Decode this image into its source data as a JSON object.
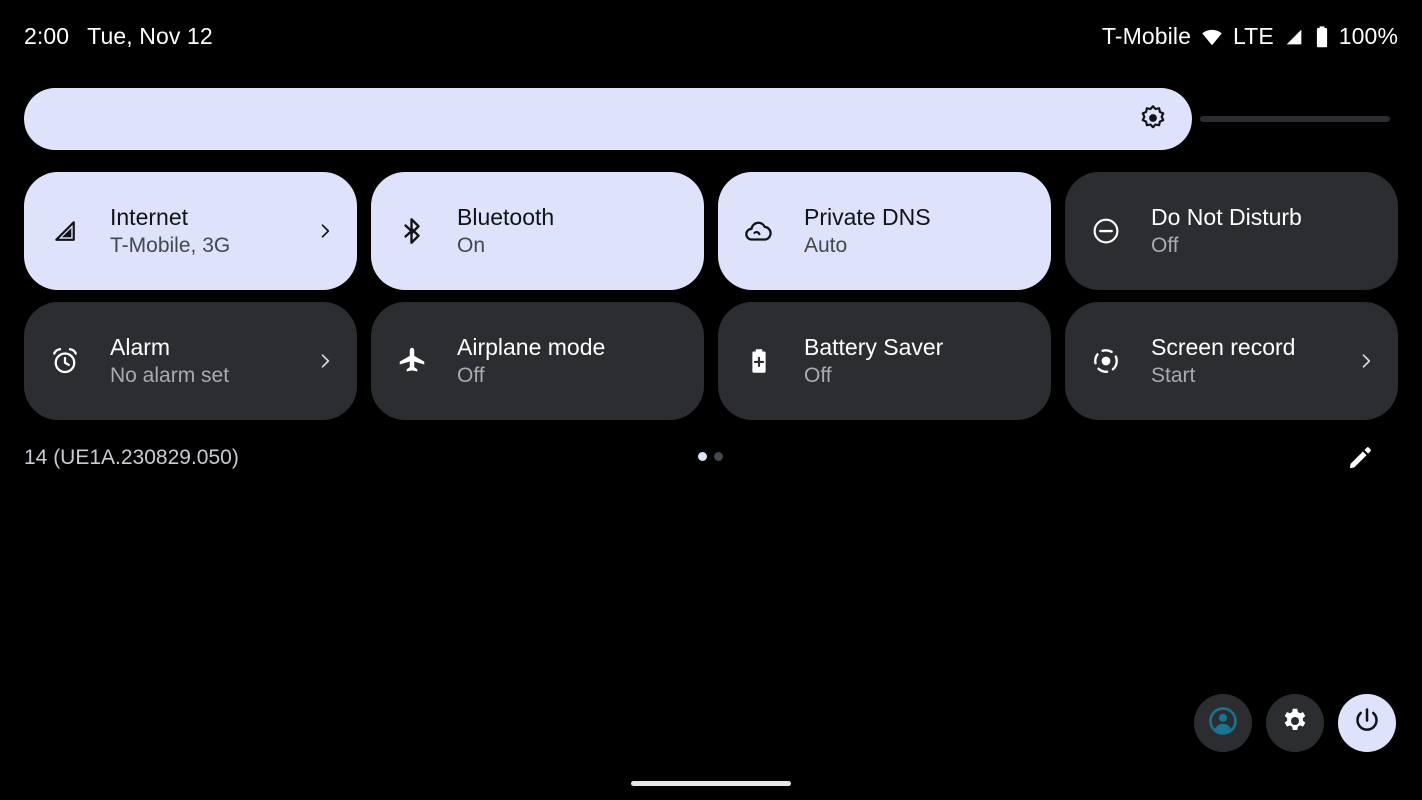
{
  "status_bar": {
    "time": "2:00",
    "date": "Tue, Nov 12",
    "carrier": "T-Mobile",
    "wifi_icon": "wifi-icon",
    "network_type": "LTE",
    "signal_icon": "signal-cellular-icon",
    "battery_icon": "battery-full-icon",
    "battery_level": "100%"
  },
  "brightness": {
    "icon": "brightness-icon",
    "level_percent": 85,
    "fill_color": "#dee2fb",
    "track_color": "#2b2d31"
  },
  "tiles": [
    {
      "icon": "signal-cellular-icon",
      "title": "Internet",
      "subtitle": "T-Mobile, 3G",
      "state": "active",
      "chevron": true
    },
    {
      "icon": "bluetooth-icon",
      "title": "Bluetooth",
      "subtitle": "On",
      "state": "active",
      "chevron": false
    },
    {
      "icon": "cloud-icon",
      "title": "Private DNS",
      "subtitle": "Auto",
      "state": "active",
      "chevron": false
    },
    {
      "icon": "do-not-disturb-icon",
      "title": "Do Not Disturb",
      "subtitle": "Off",
      "state": "inactive",
      "chevron": false
    },
    {
      "icon": "alarm-clock-icon",
      "title": "Alarm",
      "subtitle": "No alarm set",
      "state": "inactive",
      "chevron": true
    },
    {
      "icon": "airplane-icon",
      "title": "Airplane mode",
      "subtitle": "Off",
      "state": "inactive",
      "chevron": false
    },
    {
      "icon": "battery-saver-icon",
      "title": "Battery Saver",
      "subtitle": "Off",
      "state": "inactive",
      "chevron": false
    },
    {
      "icon": "screen-record-icon",
      "title": "Screen record",
      "subtitle": "Start",
      "state": "inactive",
      "chevron": true
    }
  ],
  "panel_footer": {
    "build_label": "14 (UE1A.230829.050)",
    "pages": 2,
    "current_page": 1,
    "edit_icon": "pencil-icon"
  },
  "bottom_actions": [
    {
      "icon": "user-avatar-icon",
      "style": "dark",
      "accent": "#1a7391"
    },
    {
      "icon": "gear-icon",
      "style": "dark",
      "accent": "#ffffff"
    },
    {
      "icon": "power-icon",
      "style": "light",
      "accent": "#121317"
    }
  ],
  "nav": {
    "gesture_bar": "home-gesture-bar"
  }
}
